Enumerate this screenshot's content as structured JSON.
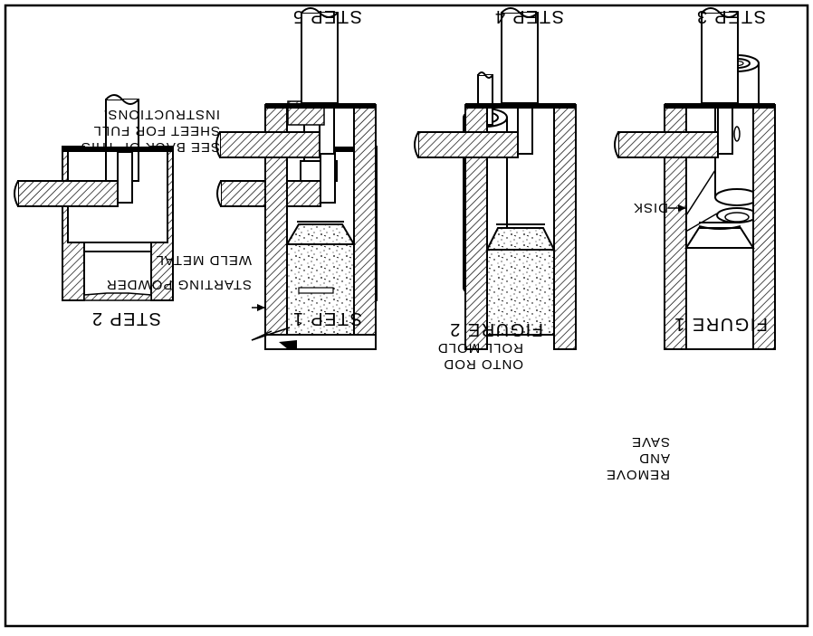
{
  "labels": {
    "step3": "STEP 3",
    "step4": "STEP 4",
    "step5": "STEP 5",
    "step1": "STEP 1",
    "step2": "STEP 2",
    "figure1": "FIGURE 1",
    "figure2": "FIGURE 2",
    "disk": "DISK",
    "weld_metal": "WELD METAL",
    "starting_powder": "STARTING POWDER",
    "see_back_1": "SEE BACK OF THIS",
    "see_back_2": "SHEET FOR FULL",
    "see_back_3": "INSTRUCTIONS.",
    "roll_1": "ROLL MOLD",
    "roll_2": "ONTO ROD",
    "remove_1": "REMOVE",
    "remove_2": "AND",
    "remove_3": "SAVE"
  },
  "colors": {
    "ink": "#000000",
    "paper": "#ffffff"
  }
}
